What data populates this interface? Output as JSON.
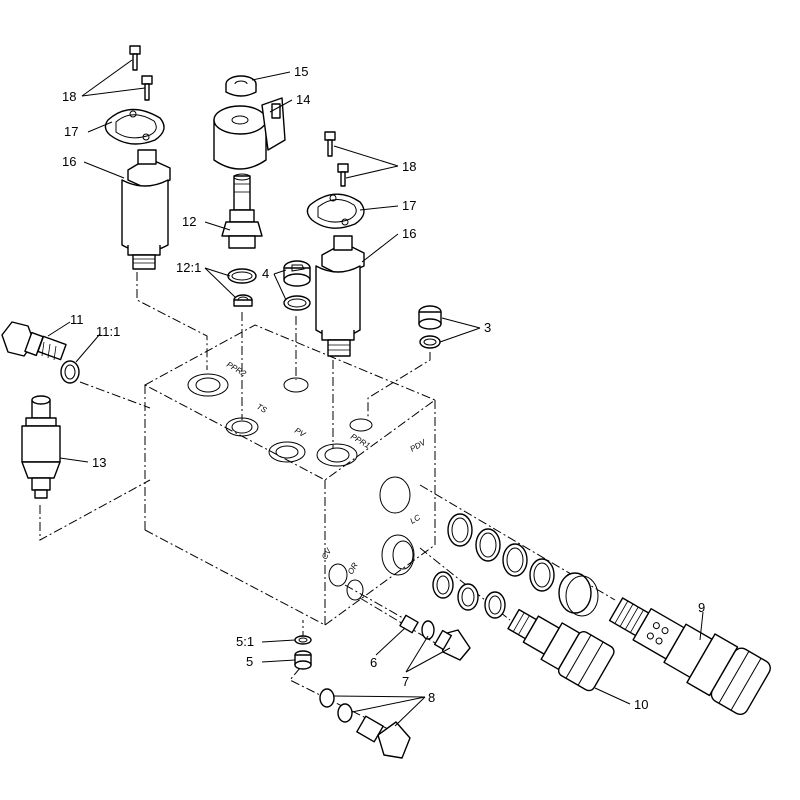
{
  "callouts": {
    "c1": "18",
    "c2": "15",
    "c3": "14",
    "c4": "17",
    "c5": "16",
    "c6": "18",
    "c7": "17",
    "c8": "12",
    "c9": "16",
    "c10": "12:1",
    "c11": "4",
    "c12": "3",
    "c13": "11",
    "c14": "11:1",
    "c15": "13",
    "c16": "9",
    "c17": "5:1",
    "c18": "5",
    "c19": "6",
    "c20": "7",
    "c21": "8",
    "c22": "10"
  },
  "port_labels": {
    "ppr2": "PPR2",
    "ts": "TS",
    "pv": "PV",
    "ppr1": "PPR1",
    "pdv": "PDV",
    "lc": "LC",
    "cv": "CV",
    "or": "OR"
  }
}
